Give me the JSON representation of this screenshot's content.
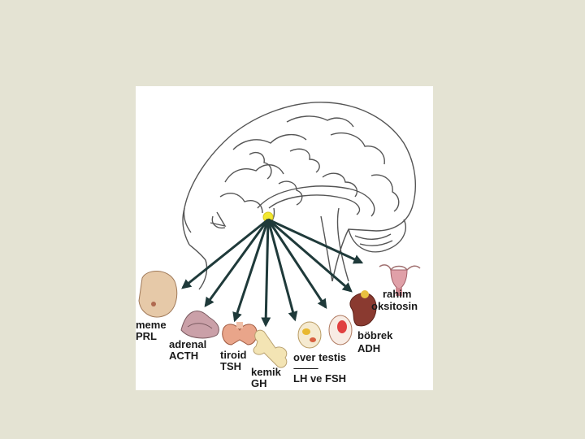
{
  "labels": {
    "meme": "meme",
    "prl": "PRL",
    "adrenal": "adrenal",
    "acth": "ACTH",
    "tiroid": "tiroid",
    "tsh": "TSH",
    "kemik": "kemik",
    "gh": "GH",
    "over_testis": "over  testis",
    "separator": "---------------",
    "lh_fsh": "LH ve FSH",
    "bobrek": "böbrek",
    "adh": "ADH",
    "rahim": "rahim",
    "oksitosin": "oksitosin"
  },
  "colors": {
    "background": "#e4e3d3",
    "panel": "#ffffff",
    "arrow": "#1f3a3a",
    "gland": "#f2e830",
    "brain_line": "#555555"
  },
  "icons": [
    "brain-outline",
    "pituitary-gland",
    "breast",
    "adrenal-gland",
    "thyroid",
    "bone",
    "ovary",
    "testis",
    "kidney",
    "uterus"
  ]
}
